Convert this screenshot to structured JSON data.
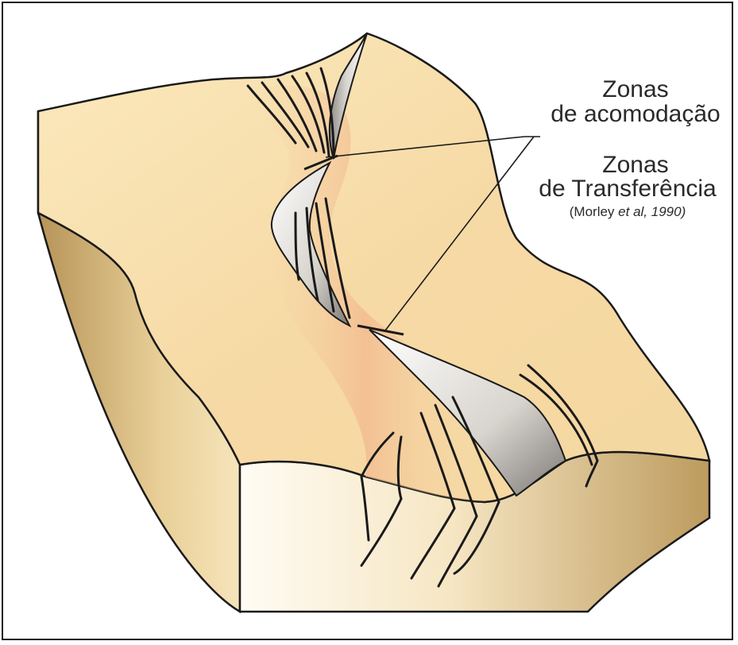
{
  "labels": {
    "accommodation_line1": "Zonas",
    "accommodation_line2": "de acomodação",
    "transfer_line1": "Zonas",
    "transfer_line2": "de Transferência",
    "citation_author": "(Morley ",
    "citation_etal": "et al, 1990)"
  },
  "colors": {
    "frame": "#1a1a1a",
    "surface_light": "#f7e2ad",
    "surface_warm": "#f2c39a",
    "side_dark": "#b99655",
    "side_light": "#fff8ea",
    "scarp_shadow": "#9a9a9a",
    "fault_line": "#1a1a1a"
  }
}
